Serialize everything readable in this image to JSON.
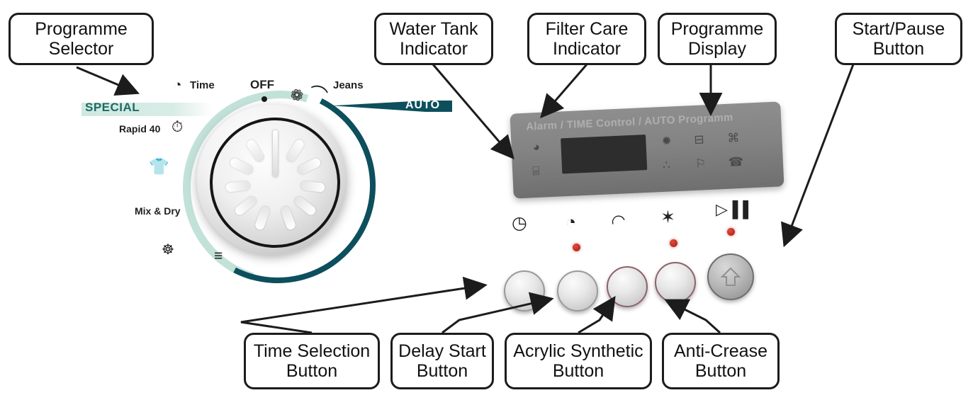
{
  "diagram": {
    "title": "Tumble dryer control panel annotated diagram",
    "callouts": [
      {
        "id": "programme-selector",
        "lines": [
          "Programme",
          "Selector"
        ]
      },
      {
        "id": "water-tank-indicator",
        "lines": [
          "Water Tank",
          "Indicator"
        ]
      },
      {
        "id": "filter-care-indicator",
        "lines": [
          "Filter Care",
          "Indicator"
        ]
      },
      {
        "id": "programme-display",
        "lines": [
          "Programme",
          "Display"
        ]
      },
      {
        "id": "start-pause-button",
        "lines": [
          "Start/Pause",
          "Button"
        ]
      },
      {
        "id": "time-selection-button",
        "lines": [
          "Time Selection",
          "Button"
        ]
      },
      {
        "id": "delay-start-button",
        "lines": [
          "Delay Start",
          "Button"
        ]
      },
      {
        "id": "acrylic-synthetic-button",
        "lines": [
          "Acrylic Synthetic",
          "Button"
        ]
      },
      {
        "id": "anti-crease-button",
        "lines": [
          "Anti-Crease",
          "Button"
        ]
      }
    ]
  },
  "dial": {
    "off_label": "OFF",
    "time_label": "Time",
    "jeans_label": "Jeans",
    "special_label": "SPECIAL",
    "auto_label": "AUTO",
    "rapid_label": "Rapid 40",
    "mix_dry_label": "Mix & Dry",
    "icons": [
      {
        "name": "time-clock-icon",
        "glyph": "◔"
      },
      {
        "name": "rapid-stopwatch-icon",
        "glyph": "⏱"
      },
      {
        "name": "shirt-icon",
        "glyph": "👕"
      },
      {
        "name": "delicates-icon",
        "glyph": "☸"
      },
      {
        "name": "towels-icon",
        "glyph": "≡"
      },
      {
        "name": "iron-icon",
        "glyph": "⎙"
      },
      {
        "name": "hanger-icon",
        "glyph": "☐"
      },
      {
        "name": "window-icon",
        "glyph": "⊞"
      },
      {
        "name": "cotton-icon",
        "glyph": "❁"
      },
      {
        "name": "jeans-icon",
        "glyph": "⌒"
      }
    ]
  },
  "panel": {
    "header_text": "Alarm  /  TIME Control  /  AUTO Programm",
    "left_icons": [
      {
        "name": "water-tank-icon",
        "glyph": "◕"
      },
      {
        "name": "filter-care-icon",
        "glyph": "⌸"
      }
    ],
    "right_icons": [
      {
        "name": "cooling-icon",
        "glyph": "✹"
      },
      {
        "name": "drying-icon",
        "glyph": "⊟"
      },
      {
        "name": "extra-dry-icon",
        "glyph": "⌘"
      },
      {
        "name": "cupboard-dry-icon",
        "glyph": "∴"
      },
      {
        "name": "iron-dry-icon",
        "glyph": "⚐"
      },
      {
        "name": "anti-crease-phase-icon",
        "glyph": "☎"
      }
    ]
  },
  "buttons": [
    {
      "id": "time-selection",
      "name": "time-selection-button",
      "icon_name": "clock-icon",
      "icon_glyph": "◷",
      "led": false
    },
    {
      "id": "delay-start",
      "name": "delay-start-button",
      "icon_name": "delay-clock-icon",
      "icon_glyph": "◔",
      "led": true
    },
    {
      "id": "acrylic-synthetic",
      "name": "acrylic-synthetic-button",
      "icon_name": "synthetic-icon",
      "icon_glyph": "◠",
      "led": false
    },
    {
      "id": "anti-crease",
      "name": "anti-crease-button",
      "icon_name": "anti-crease-icon",
      "icon_glyph": "✶",
      "led": true
    },
    {
      "id": "start-pause",
      "name": "start-pause-button",
      "icon_name": "play-pause-icon",
      "icon_glyph": "▷▐▐",
      "led": true
    }
  ],
  "colors": {
    "teal_dark": "#0d4f5c",
    "teal_light": "#bfe0d8",
    "led_red": "#b4251a",
    "panel_gray": "#838383",
    "outline": "#1c1c1c"
  }
}
